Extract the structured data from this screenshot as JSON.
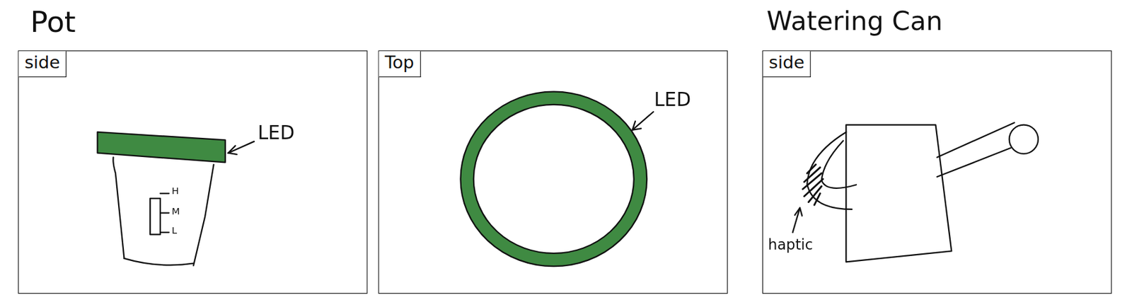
{
  "diagram": {
    "nodes": [
      {
        "text": [
          "side"
        ]
      },
      {
        "text": [
          "Top"
        ]
      },
      {
        "text": [
          "side"
        ]
      }
    ],
    "labels": [
      "Pot",
      "Watering Can",
      "LED",
      "LED",
      "H",
      "M",
      "L",
      "haptic"
    ]
  }
}
